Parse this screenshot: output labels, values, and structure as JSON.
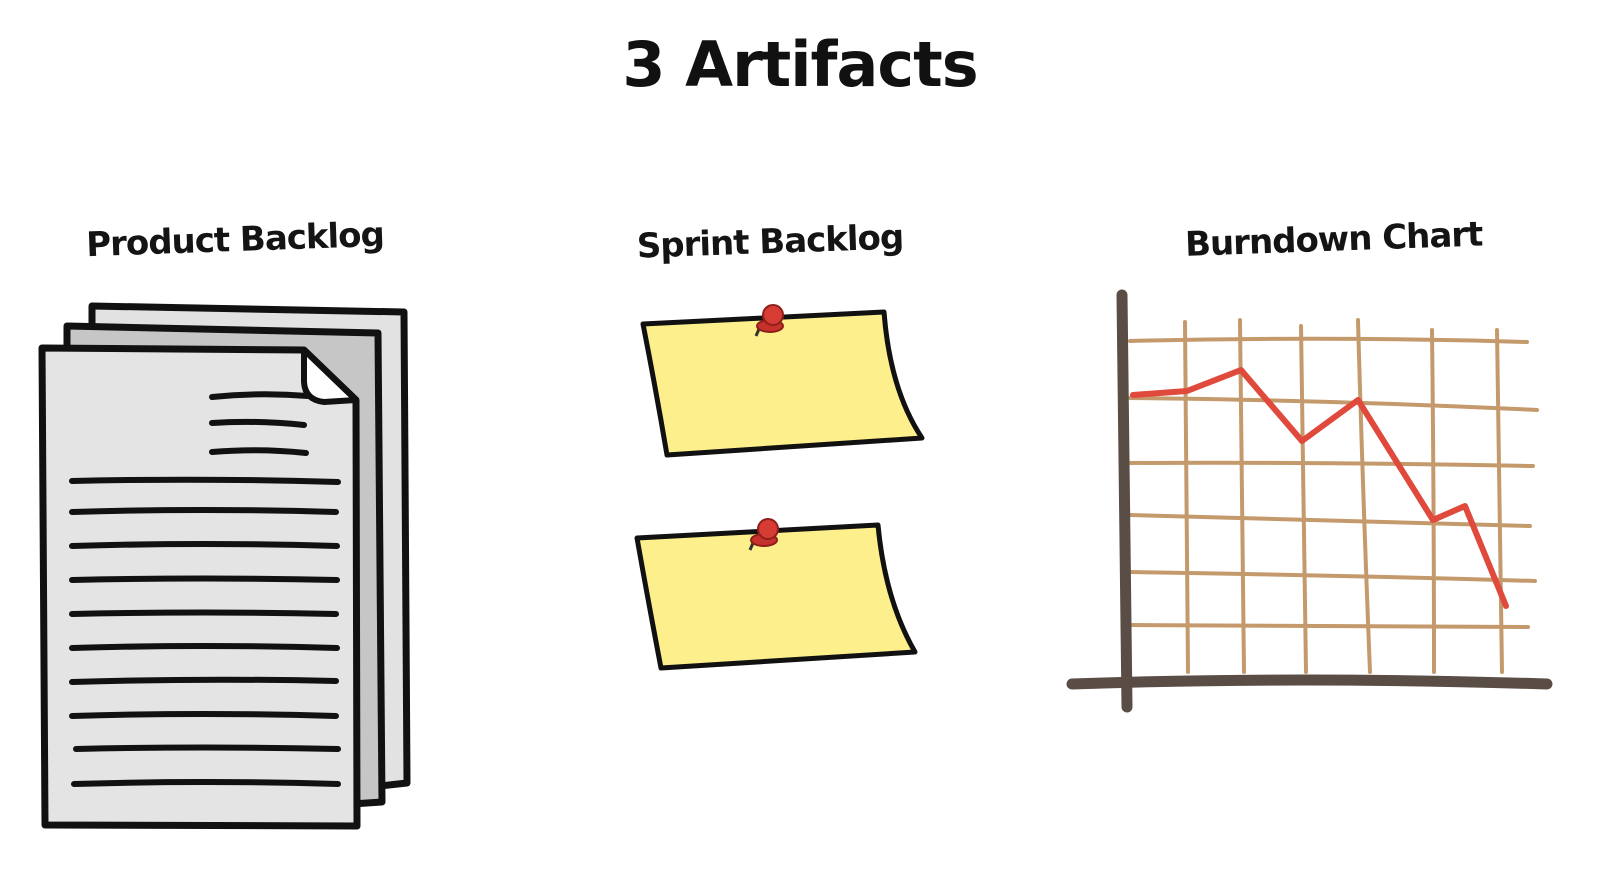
{
  "title": "3 Artifacts",
  "artifacts": [
    {
      "label": "Product Backlog",
      "icon": "document-stack-icon"
    },
    {
      "label": "Sprint Backlog",
      "icon": "sticky-note-icon"
    },
    {
      "label": "Burndown Chart",
      "icon": "burndown-chart-icon"
    }
  ],
  "colors": {
    "ink": "#111111",
    "paper": "#e4e4e4",
    "paper_shadow": "#c4c4c4",
    "sticky_note": "#fdf08c",
    "pin": "#d63b34",
    "grid": "#c49a6c",
    "axis": "#5a4d45",
    "trend": "#e04a3c"
  }
}
